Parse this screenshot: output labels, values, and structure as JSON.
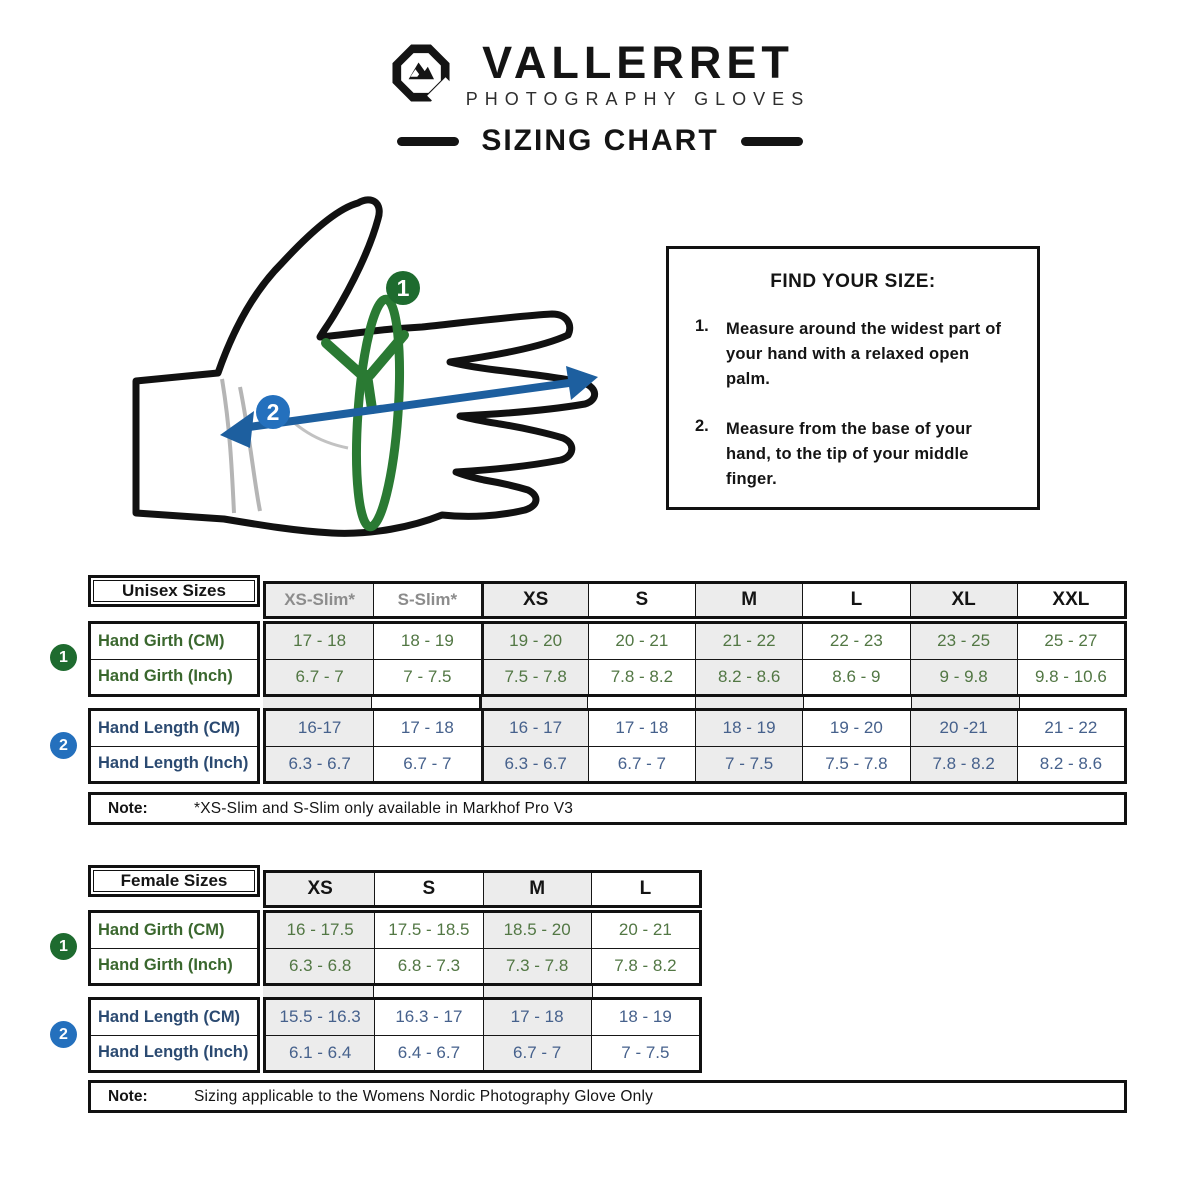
{
  "brand": {
    "name": "VALLERRET",
    "subtitle": "PHOTOGRAPHY GLOVES",
    "title": "SIZING CHART"
  },
  "instructions": {
    "title": "FIND YOUR SIZE:",
    "steps": [
      {
        "num": "1.",
        "text": "Measure around the widest part of your hand with a relaxed open palm."
      },
      {
        "num": "2.",
        "text": "Measure from the base of your hand, to the tip of your middle finger."
      }
    ]
  },
  "markers": {
    "girth": "1",
    "length": "2"
  },
  "colors": {
    "girth_green": "#2a7a33",
    "girth_text": "#527744",
    "girth_label": "#3a672e",
    "length_blue": "#1d5f9f",
    "length_text": "#46618c",
    "length_label": "#2b4a71",
    "badge_green": "#1e6b2f",
    "badge_blue": "#2470bd",
    "slim_gray": "#8c8c8c",
    "column_shade": "#ececec",
    "border": "#111111"
  },
  "unisex": {
    "label": "Unisex Sizes",
    "columns": [
      "XS-Slim*",
      "S-Slim*",
      "XS",
      "S",
      "M",
      "L",
      "XL",
      "XXL"
    ],
    "rows": [
      {
        "label": "Hand Girth (CM)",
        "group": "girth",
        "values": [
          "17 - 18",
          "18 - 19",
          "19 - 20",
          "20 - 21",
          "21 - 22",
          "22 - 23",
          "23 - 25",
          "25 - 27"
        ]
      },
      {
        "label": "Hand Girth (Inch)",
        "group": "girth",
        "values": [
          "6.7 - 7",
          "7 - 7.5",
          "7.5 - 7.8",
          "7.8 - 8.2",
          "8.2 - 8.6",
          "8.6 - 9",
          "9 - 9.8",
          "9.8 - 10.6"
        ]
      },
      {
        "label": "Hand Length (CM)",
        "group": "length",
        "values": [
          "16-17",
          "17 - 18",
          "16 - 17",
          "17 - 18",
          "18 - 19",
          "19 - 20",
          "20 -21",
          "21 - 22"
        ]
      },
      {
        "label": "Hand Length (Inch)",
        "group": "length",
        "values": [
          "6.3 - 6.7",
          "6.7 - 7",
          "6.3 - 6.7",
          "6.7 - 7",
          "7 - 7.5",
          "7.5 - 7.8",
          "7.8 - 8.2",
          "8.2 - 8.6"
        ]
      }
    ],
    "note_label": "Note:",
    "note": "*XS-Slim and S-Slim only available in Markhof Pro V3"
  },
  "female": {
    "label": "Female Sizes",
    "columns": [
      "XS",
      "S",
      "M",
      "L"
    ],
    "rows": [
      {
        "label": "Hand Girth (CM)",
        "group": "girth",
        "values": [
          "16 - 17.5",
          "17.5 - 18.5",
          "18.5 - 20",
          "20 - 21"
        ]
      },
      {
        "label": "Hand Girth (Inch)",
        "group": "girth",
        "values": [
          "6.3 - 6.8",
          "6.8 - 7.3",
          "7.3 - 7.8",
          "7.8 - 8.2"
        ]
      },
      {
        "label": "Hand Length (CM)",
        "group": "length",
        "values": [
          "15.5 - 16.3",
          "16.3 - 17",
          "17 - 18",
          "18 - 19"
        ]
      },
      {
        "label": "Hand Length (Inch)",
        "group": "length",
        "values": [
          "6.1 - 6.4",
          "6.4 - 6.7",
          "6.7 - 7",
          "7 - 7.5"
        ]
      }
    ],
    "note_label": "Note:",
    "note": "Sizing applicable to the Womens Nordic Photography Glove Only"
  }
}
